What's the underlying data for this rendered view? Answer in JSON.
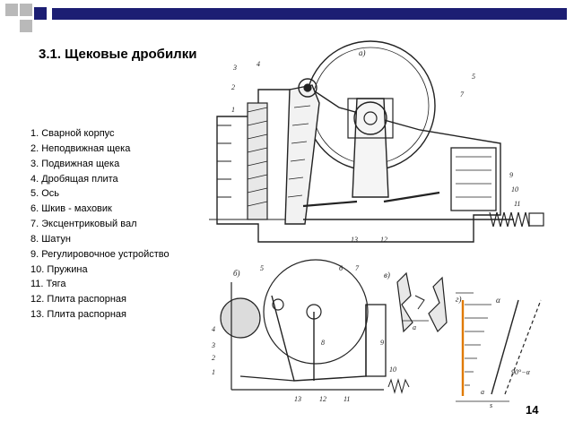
{
  "slide": {
    "title": "3.1. Щековые дробилки",
    "number": "14",
    "accent_color": "#1c1e73"
  },
  "legend": [
    "1. Сварной корпус",
    "2. Неподвижная щека",
    "3. Подвижная щека",
    "4. Дробящая плита",
    "5. Ось",
    "6. Шкив - маховик",
    "7. Эксцентриковый вал",
    "8. Шатун",
    "9. Регулировочное устройство",
    "10. Пружина",
    "11. Тяга",
    "12. Плита распорная",
    "13. Плита распорная"
  ],
  "figure_labels": {
    "a": "а)",
    "b": "б)",
    "v": "в)",
    "g": "г)",
    "n1": "1",
    "n2": "2",
    "n3": "3",
    "n4": "4",
    "n5": "5",
    "n6": "6",
    "n7": "7",
    "n8": "8",
    "n9": "9",
    "n10": "10",
    "n11": "11",
    "n12": "12",
    "n13": "13",
    "alpha": "α",
    "a_letter": "a",
    "s_letter": "s",
    "angle_note": "90°−α"
  }
}
